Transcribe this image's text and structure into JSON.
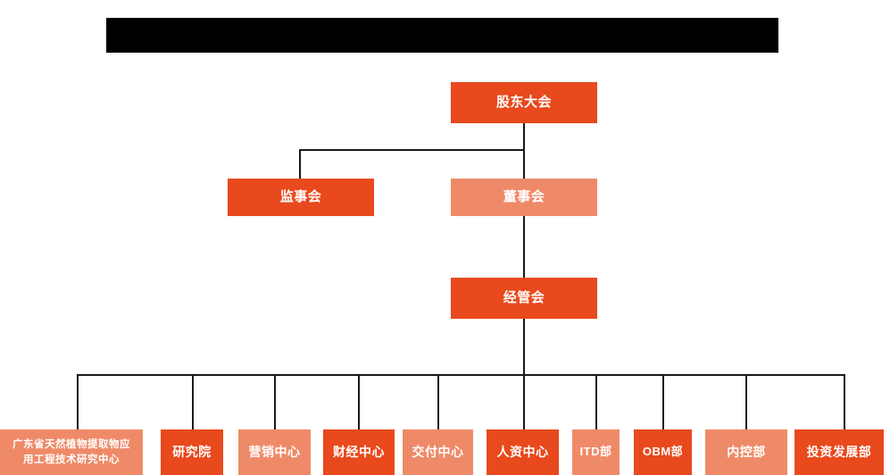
{
  "chart_type": "org-chart",
  "palette": {
    "dark_orange": "#e8491d",
    "light_orange": "#ef8a68",
    "line": "#1a1a1a",
    "redaction": "#000000",
    "background": "#ffffff",
    "text": "#ffffff"
  },
  "header": {
    "redacted": true,
    "title": ""
  },
  "nodes": {
    "shareholders_meeting": {
      "label": "股东大会",
      "tone": "dark",
      "level": 1
    },
    "board_of_supervisors": {
      "label": "监事会",
      "tone": "dark",
      "level": 2
    },
    "board_of_directors": {
      "label": "董事会",
      "tone": "light",
      "level": 2
    },
    "management_committee": {
      "label": "经管会",
      "tone": "dark",
      "level": 3
    }
  },
  "departments": [
    {
      "label_line1": "广东省天然植物提取物应",
      "label_line2": "用工程技术研究中心",
      "tone": "light"
    },
    {
      "label_line1": "研究院",
      "label_line2": "",
      "tone": "dark"
    },
    {
      "label_line1": "营销中心",
      "label_line2": "",
      "tone": "light"
    },
    {
      "label_line1": "财经中心",
      "label_line2": "",
      "tone": "dark"
    },
    {
      "label_line1": "交付中心",
      "label_line2": "",
      "tone": "light"
    },
    {
      "label_line1": "人资中心",
      "label_line2": "",
      "tone": "dark"
    },
    {
      "label_line1": "ITD部",
      "label_line2": "",
      "tone": "light"
    },
    {
      "label_line1": "OBM部",
      "label_line2": "",
      "tone": "dark"
    },
    {
      "label_line1": "内控部",
      "label_line2": "",
      "tone": "light"
    },
    {
      "label_line1": "投资发展部",
      "label_line2": "",
      "tone": "dark"
    }
  ]
}
